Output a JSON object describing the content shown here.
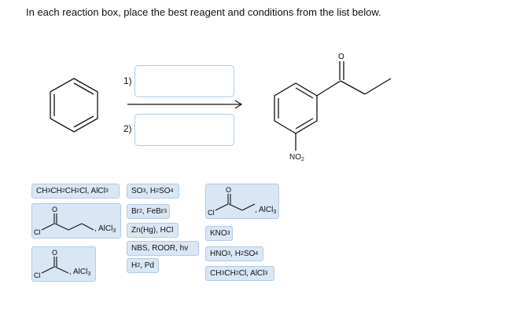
{
  "instruction": "In each reaction box, place the best reagent and conditions from the list below.",
  "steps": [
    {
      "label": "1)"
    },
    {
      "label": "2)"
    }
  ],
  "product": {
    "o_label": "O",
    "n_label": "NO",
    "n_sub": "2"
  },
  "reagents": {
    "r1": [
      {
        "t": "CH"
      },
      {
        "s": "3"
      },
      {
        "t": "CH"
      },
      {
        "s": "2"
      },
      {
        "t": "CH"
      },
      {
        "s": "2"
      },
      {
        "t": "Cl, AlCl"
      },
      {
        "s": "3"
      }
    ],
    "r2": [
      {
        "t": "SO"
      },
      {
        "s": "3"
      },
      {
        "t": ", H"
      },
      {
        "s": "2"
      },
      {
        "t": "SO"
      },
      {
        "s": "4"
      }
    ],
    "r3": [
      {
        "t": "Br"
      },
      {
        "s": "2"
      },
      {
        "t": ", FeBr"
      },
      {
        "s": "3"
      }
    ],
    "r4": [
      {
        "t": "Zn(Hg), HCl"
      }
    ],
    "r5": [
      {
        "t": "NBS, ROOR, hv"
      }
    ],
    "r6": [
      {
        "t": "H"
      },
      {
        "s": "2"
      },
      {
        "t": ", Pd"
      }
    ],
    "r7": [
      {
        "t": "KNO"
      },
      {
        "s": "3"
      }
    ],
    "r8": [
      {
        "t": "HNO"
      },
      {
        "s": "3"
      },
      {
        "t": ", H"
      },
      {
        "s": "2"
      },
      {
        "t": "SO"
      },
      {
        "s": "4"
      }
    ],
    "r9": [
      {
        "t": "CH"
      },
      {
        "s": "3"
      },
      {
        "t": "CH"
      },
      {
        "s": "2"
      },
      {
        "t": "Cl, AlCl"
      },
      {
        "s": "3"
      }
    ]
  },
  "acyl_chips": [
    {
      "cl": "Cl",
      "o": "O",
      "suffix": ", AlCl",
      "sub": "3"
    },
    {
      "cl": "Cl",
      "o": "O",
      "suffix": ", AlCl",
      "sub": "3"
    },
    {
      "cl": "Cl",
      "o": "O",
      "suffix": ", AlCl",
      "sub": "3"
    }
  ]
}
